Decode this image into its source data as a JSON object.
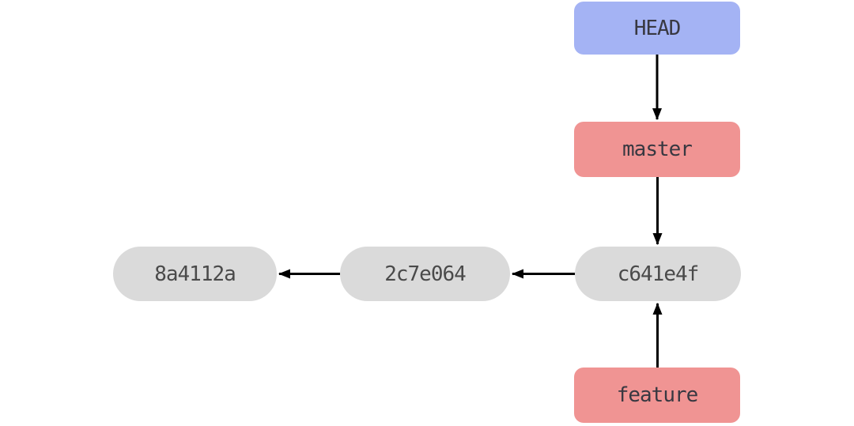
{
  "diagram": {
    "title": "git-branch-commit-graph",
    "nodes": [
      {
        "id": "HEAD",
        "type": "head",
        "label": "HEAD"
      },
      {
        "id": "master",
        "type": "branch",
        "label": "master"
      },
      {
        "id": "feature",
        "type": "branch",
        "label": "feature"
      },
      {
        "id": "c641e4f",
        "type": "commit",
        "label": "c641e4f"
      },
      {
        "id": "2c7e064",
        "type": "commit",
        "label": "2c7e064"
      },
      {
        "id": "8a4112a",
        "type": "commit",
        "label": "8a4112a"
      }
    ],
    "edges": [
      {
        "from": "HEAD",
        "to": "master"
      },
      {
        "from": "master",
        "to": "c641e4f"
      },
      {
        "from": "feature",
        "to": "c641e4f"
      },
      {
        "from": "c641e4f",
        "to": "2c7e064"
      },
      {
        "from": "2c7e064",
        "to": "8a4112a"
      }
    ],
    "colors": {
      "head_fill": "#a4b3f4",
      "branch_fill": "#f09493",
      "commit_fill": "#dadada",
      "arrow": "#000000",
      "label_text": "#383841",
      "commit_text": "#4a4a4a",
      "background": "#ffffff"
    }
  }
}
